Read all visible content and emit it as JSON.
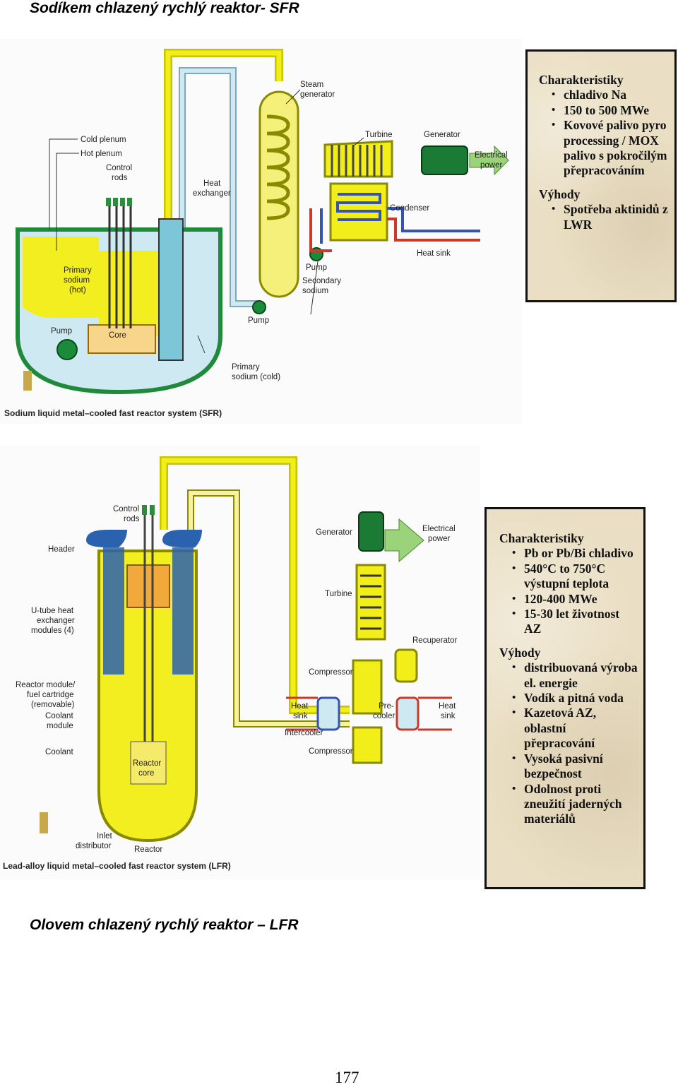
{
  "headings": {
    "top": "Sodíkem chlazený rychlý reaktor- SFR",
    "bottom": "Olovem chlazený rychlý reaktor – LFR"
  },
  "sfr": {
    "labels": {
      "cold_plenum": "Cold plenum",
      "hot_plenum": "Hot plenum",
      "control_rods_1": "Control",
      "control_rods_2": "rods",
      "heat_exchanger_1": "Heat",
      "heat_exchanger_2": "exchanger",
      "steam_generator_1": "Steam",
      "steam_generator_2": "generator",
      "turbine": "Turbine",
      "generator": "Generator",
      "electrical_power_1": "Electrical",
      "electrical_power_2": "power",
      "condenser": "Condenser",
      "heat_sink": "Heat sink",
      "pump_secondary": "Pump",
      "secondary_sodium_1": "Secondary",
      "secondary_sodium_2": "sodium",
      "pump_loop": "Pump",
      "primary_hot_1": "Primary",
      "primary_hot_2": "sodium",
      "primary_hot_3": "(hot)",
      "pump_primary": "Pump",
      "core": "Core",
      "primary_cold_1": "Primary",
      "primary_cold_2": "sodium (cold)"
    },
    "caption": "Sodium liquid metal–cooled fast reactor system (SFR)",
    "box": {
      "title1": "Charakteristiky",
      "items1": [
        "chladivo Na",
        "150 to 500 MWe",
        "Kovové palivo pyro processing / MOX palivo s pokročilým přepracováním"
      ],
      "title2": "Výhody",
      "items2": [
        "Spotřeba aktinidů z LWR"
      ]
    }
  },
  "lfr": {
    "labels": {
      "control_rods_1": "Control",
      "control_rods_2": "rods",
      "header": "Header",
      "u_tube_1": "U-tube heat",
      "u_tube_2": "exchanger",
      "u_tube_3": "modules (4)",
      "reactor_module_1": "Reactor module/",
      "reactor_module_2": "fuel cartridge",
      "reactor_module_3": "(removable)",
      "coolant_module_1": "Coolant",
      "coolant_module_2": "module",
      "coolant": "Coolant",
      "reactor_core_1": "Reactor",
      "reactor_core_2": "core",
      "inlet_1": "Inlet",
      "inlet_2": "distributor",
      "reactor": "Reactor",
      "generator": "Generator",
      "electrical_power_1": "Electrical",
      "electrical_power_2": "power",
      "turbine": "Turbine",
      "recuperator": "Recuperator",
      "compressor_top": "Compressor",
      "heat_sink_left_1": "Heat",
      "heat_sink_left_2": "sink",
      "intercooler": "Intercooler",
      "precooler_1": "Pre-",
      "precooler_2": "cooler",
      "heat_sink_right_1": "Heat",
      "heat_sink_right_2": "sink",
      "compressor_bottom": "Compressor"
    },
    "caption": "Lead-alloy liquid metal–cooled fast reactor system (LFR)",
    "box": {
      "title1": "Charakteristiky",
      "items1": [
        "Pb or Pb/Bi chladivo",
        "540°C to 750°C výstupní teplota",
        "120-400 MWe",
        "15-30 let životnost AZ"
      ],
      "title2": "Výhody",
      "items2": [
        "distribuovaná výroba el. energie",
        "Vodík a pitná voda",
        "Kazetová AZ, oblastní přepracování",
        "Vysoká pasivní bezpečnost",
        "Odolnost proti zneužití jaderných materiálů"
      ]
    }
  },
  "page_number": "177"
}
